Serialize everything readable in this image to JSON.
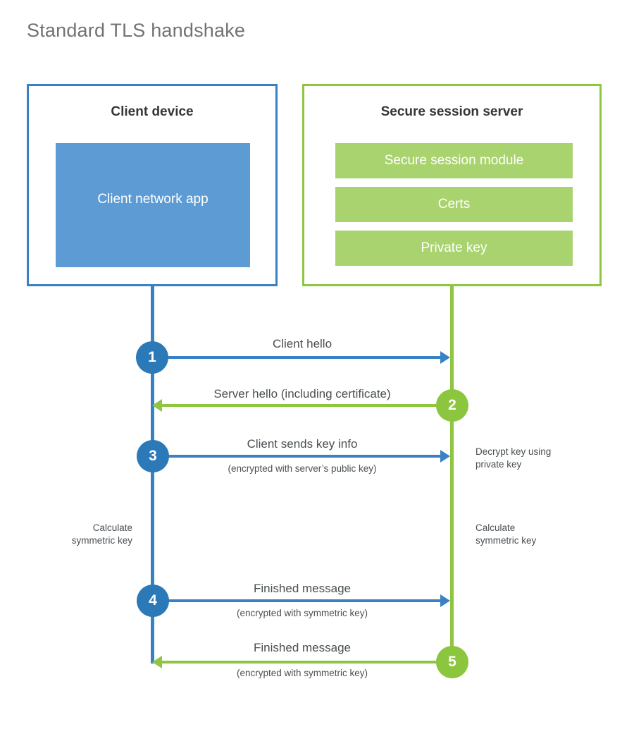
{
  "page": {
    "title": "Standard TLS handshake"
  },
  "colors": {
    "client_accent": "#3781c4",
    "client_fill": "#5d9bd4",
    "client_circle": "#2c79b8",
    "server_accent": "#8ec641",
    "server_fill": "#a9d36e",
    "server_circle": "#8cc63e",
    "text": "#4a4f52",
    "title_text": "#6f7375",
    "background": "#ffffff"
  },
  "panels": {
    "client": {
      "title": "Client device",
      "app_label": "Client network app"
    },
    "server": {
      "title": "Secure session server",
      "items": [
        {
          "label": "Secure session module"
        },
        {
          "label": "Certs"
        },
        {
          "label": "Private key"
        }
      ]
    }
  },
  "steps": [
    {
      "number": "1",
      "side": "client",
      "direction": "client-to-server",
      "main": "Client hello",
      "sub": ""
    },
    {
      "number": "2",
      "side": "server",
      "direction": "server-to-client",
      "main": "Server hello (including certificate)",
      "sub": ""
    },
    {
      "number": "3",
      "side": "client",
      "direction": "client-to-server",
      "main": "Client sends key info",
      "sub": "(encrypted with server’s public key)"
    },
    {
      "number": "4",
      "side": "client",
      "direction": "client-to-server",
      "main": "Finished message",
      "sub": "(encrypted with symmetric key)"
    },
    {
      "number": "5",
      "side": "server",
      "direction": "server-to-client",
      "main": "Finished message",
      "sub": "(encrypted with symmetric key)"
    }
  ],
  "notes": {
    "decrypt_key": "Decrypt key using\nprivate key",
    "decrypt_key_line1": "Decrypt key using",
    "decrypt_key_line2": "private key",
    "client_calculate_line1": "Calculate",
    "client_calculate_line2": "symmetric key",
    "server_calculate_line1": "Calculate",
    "server_calculate_line2": "symmetric key"
  }
}
